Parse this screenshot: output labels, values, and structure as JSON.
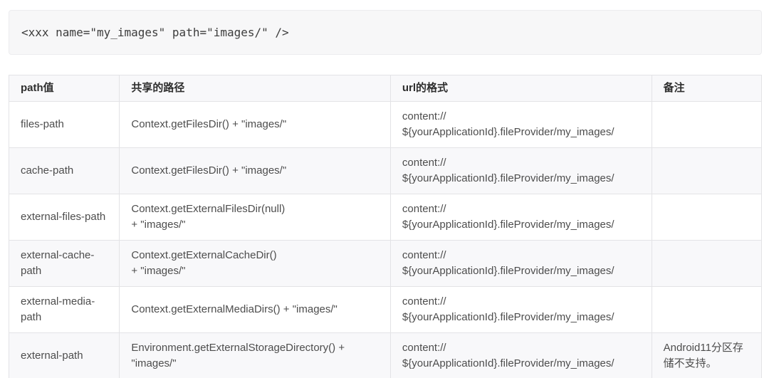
{
  "code_block": {
    "text": "<xxx name=\"my_images\" path=\"images/\" />"
  },
  "table": {
    "headers": {
      "path": "path值",
      "shared": "共享的路径",
      "url": "url的格式",
      "remark": "备注"
    },
    "rows": [
      {
        "path": "files-path",
        "shared": "Context.getFilesDir() + \"images/\"",
        "url": "content://\n${yourApplicationId}.fileProvider/my_images/",
        "remark": ""
      },
      {
        "path": "cache-path",
        "shared": "Context.getFilesDir() + \"images/\"",
        "url": "content://\n${yourApplicationId}.fileProvider/my_images/",
        "remark": ""
      },
      {
        "path": "external-files-path",
        "shared": "Context.getExternalFilesDir(null)\n+ \"images/\"",
        "url": "content://\n${yourApplicationId}.fileProvider/my_images/",
        "remark": ""
      },
      {
        "path": "external-cache-path",
        "shared": "Context.getExternalCacheDir()\n+ \"images/\"",
        "url": "content://\n${yourApplicationId}.fileProvider/my_images/",
        "remark": ""
      },
      {
        "path": "external-media-path",
        "shared": "Context.getExternalMediaDirs() + \"images/\"",
        "url": "content://\n${yourApplicationId}.fileProvider/my_images/",
        "remark": ""
      },
      {
        "path": "external-path",
        "shared": "Environment.getExternalStorageDirectory() +\n\"images/\"",
        "url": "content://\n${yourApplicationId}.fileProvider/my_images/",
        "remark": "Android11分区存储不支持。"
      }
    ]
  },
  "colors": {
    "stripe_bg": "#f8f8fa",
    "border": "#e3e3e6",
    "code_bg": "#f7f7f8",
    "body_text": "#4d4d4d",
    "header_text": "#2e2e2e"
  }
}
